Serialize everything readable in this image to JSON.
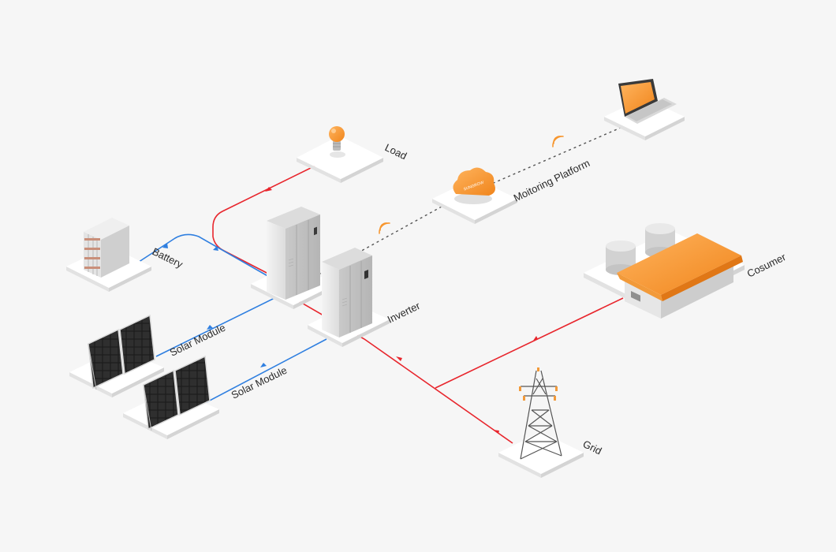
{
  "labels": {
    "load": "Load",
    "battery": "Battery",
    "solar_module_1": "Solar Module",
    "solar_module_2": "Solar Module",
    "inverter": "Inverter",
    "monitoring_platform": "Moitoring Platform",
    "consumer": "Cosumer",
    "grid": "Grid"
  },
  "cloud_text": "SUNGROW",
  "colors": {
    "ac_line": "#e8262d",
    "dc_line": "#2f7fe0",
    "comm_line": "#555555",
    "accent": "#f7962e",
    "background": "#f6f6f6"
  },
  "icons": {
    "load": "lightbulb-icon",
    "battery": "battery-rack-icon",
    "solar": "solar-panel-icon",
    "inverter": "inverter-cabinet-icon",
    "cloud": "cloud-icon",
    "laptop": "laptop-icon",
    "consumer": "factory-icon",
    "grid": "transmission-tower-icon",
    "wifi": "wifi-signal-icon"
  }
}
